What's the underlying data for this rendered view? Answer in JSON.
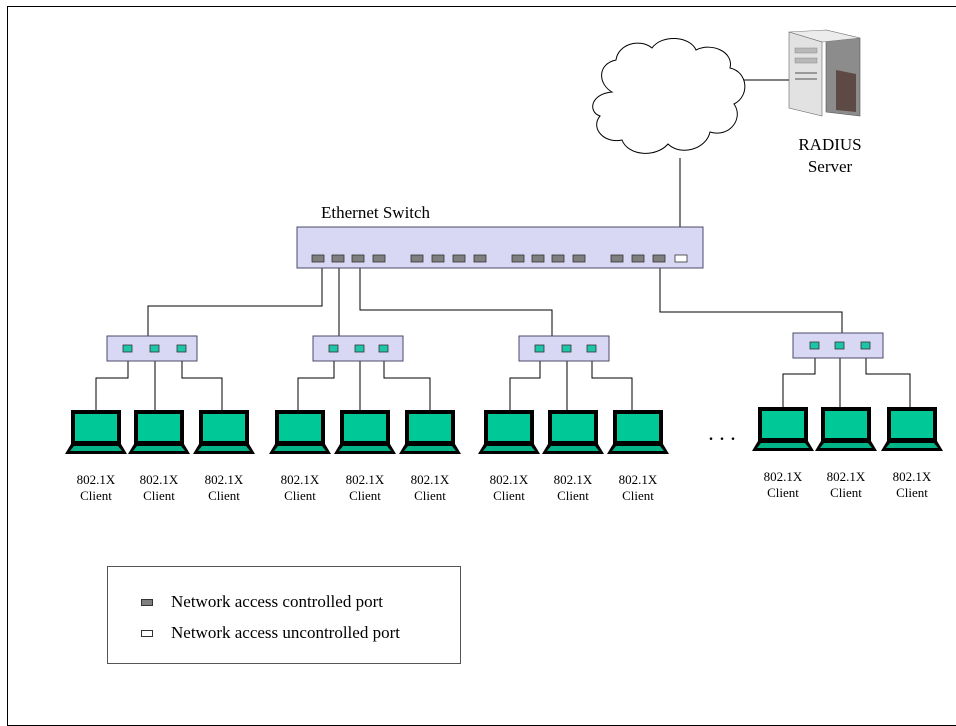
{
  "labels": {
    "switch": "Ethernet Switch",
    "radius_line1": "RADIUS",
    "radius_line2": "Server",
    "ellipsis": ". . .",
    "client_line1": "802.1X",
    "client_line2": "Client"
  },
  "clients": [
    {
      "line1": "802.1X",
      "line2": "Client"
    },
    {
      "line1": "802.1X",
      "line2": "Client"
    },
    {
      "line1": "802.1X",
      "line2": "Client"
    },
    {
      "line1": "802.1X",
      "line2": "Client"
    },
    {
      "line1": "802.1X",
      "line2": "Client"
    },
    {
      "line1": "802.1X",
      "line2": "Client"
    },
    {
      "line1": "802.1X",
      "line2": "Client"
    },
    {
      "line1": "802.1X",
      "line2": "Client"
    },
    {
      "line1": "802.1X",
      "line2": "Client"
    },
    {
      "line1": "802.1X",
      "line2": "Client"
    },
    {
      "line1": "802.1X",
      "line2": "Client"
    },
    {
      "line1": "802.1X",
      "line2": "Client"
    }
  ],
  "legend": {
    "controlled": "Network access controlled port",
    "uncontrolled": "Network access uncontrolled port"
  },
  "colors": {
    "switch_fill": "#d8d8f4",
    "switch_border": "#4a4a6a",
    "controlled_port": "#7f7f7f",
    "uncontrolled_port": "#ffffff",
    "hub_port": "#1fc5a8",
    "laptop_screen": "#00c896",
    "laptop_body": "#000000",
    "cloud_fill": "#ffffff",
    "server_body": "#dcdcdc"
  }
}
